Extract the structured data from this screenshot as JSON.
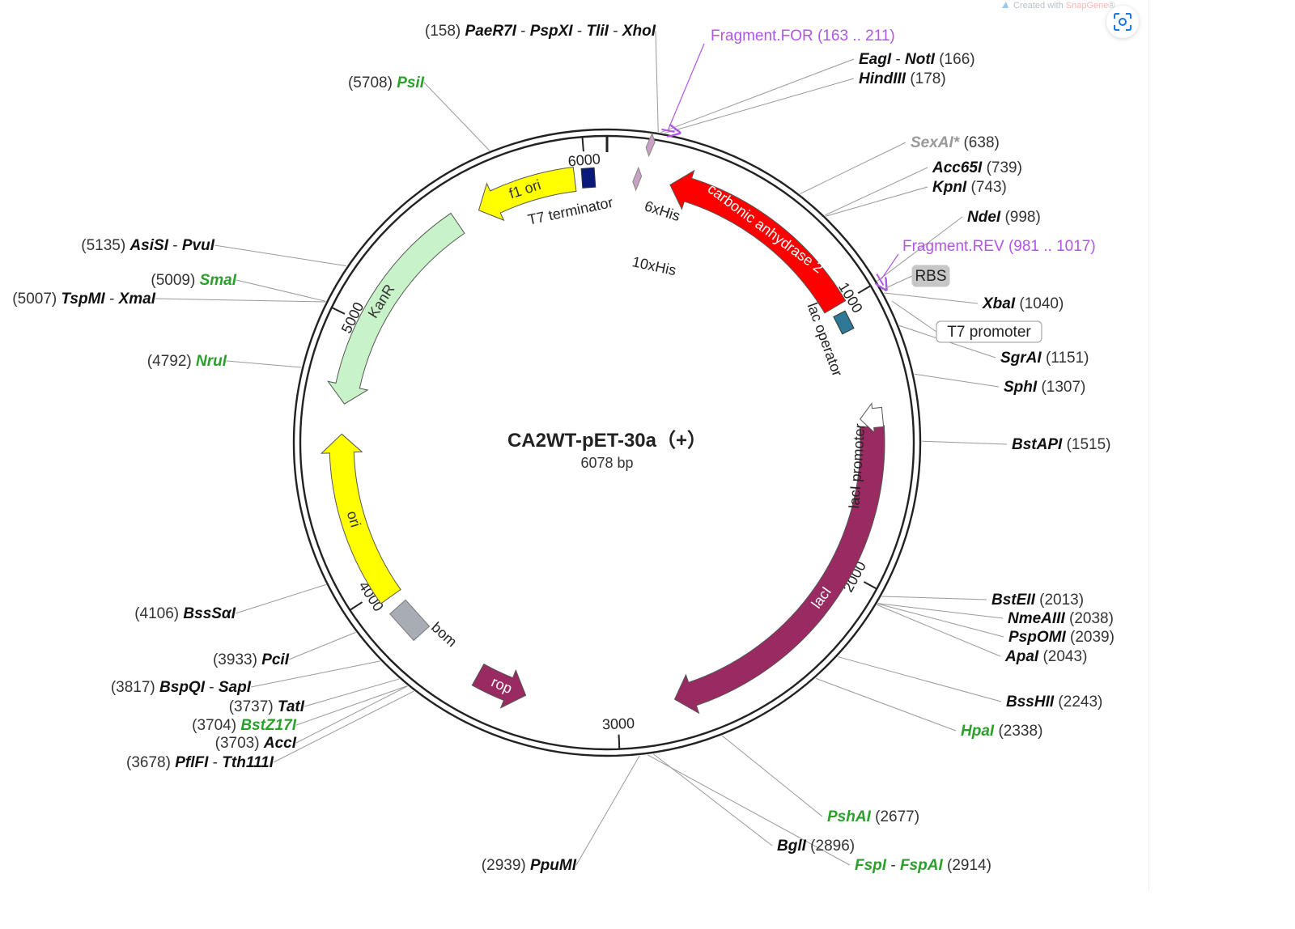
{
  "credit": {
    "prefix": "Created with ",
    "brand": "SnapGene",
    "suffix": "®"
  },
  "plasmid": {
    "name": "CA2WT-pET-30a（+）",
    "size": "6078 bp",
    "length": 6078
  },
  "tick_labels": [
    {
      "bp": 1000,
      "text": "1000"
    },
    {
      "bp": 2000,
      "text": "2000"
    },
    {
      "bp": 3000,
      "text": "3000"
    },
    {
      "bp": 4000,
      "text": "4000"
    },
    {
      "bp": 5000,
      "text": "5000"
    },
    {
      "bp": 6000,
      "text": "6000"
    }
  ],
  "features": [
    {
      "name": "carbonic anhydrase 2",
      "start": 232,
      "end": 1000,
      "strand": "-",
      "color": "#ff0000",
      "text_color": "#ffffff",
      "label_inside": true
    },
    {
      "name": "lacI",
      "start": 1460,
      "end": 2790,
      "strand": "+",
      "color": "#992a62",
      "text_color": "#ffffff",
      "label_inside": true
    },
    {
      "name": "rop",
      "start": 3340,
      "end": 3530,
      "strand": "-",
      "color": "#992a62",
      "text_color": "#ffffff",
      "label_inside": true
    },
    {
      "name": "ori",
      "start": 3960,
      "end": 4590,
      "strand": "+",
      "color": "#ffff00",
      "text_color": "#333333",
      "label_inside": true
    },
    {
      "name": "KanR",
      "start": 4700,
      "end": 5500,
      "strand": "-",
      "color": "#c8f3c8",
      "text_color": "#333333",
      "label_inside": true
    },
    {
      "name": "f1 ori",
      "start": 5590,
      "end": 5960,
      "strand": "-",
      "color": "#ffff00",
      "text_color": "#333333",
      "label_inside": true
    }
  ],
  "small_features": [
    {
      "name": "T7 terminator",
      "bp": 6010,
      "color": "#0a1a7a"
    },
    {
      "name": "6xHis",
      "bp": 110,
      "color": "#c8a0c8"
    },
    {
      "name": "10xHis",
      "bp": 140,
      "color": "#c8a0c8"
    },
    {
      "name": "lac operator",
      "bp": 1065,
      "color": "#2e7a96"
    },
    {
      "name": "lacI promoter",
      "bp": 1430,
      "color": "#ffffff"
    },
    {
      "name": "bom",
      "bp": 3850,
      "color": "#a8adb5"
    }
  ],
  "boxed_features": [
    {
      "name": "RBS",
      "style": "grey"
    },
    {
      "name": "T7 promoter",
      "style": "outline"
    }
  ],
  "fragments": [
    {
      "name": "Fragment.FOR",
      "range": "(163 .. 211)",
      "bp": 187,
      "color": "#b155e8"
    },
    {
      "name": "Fragment.REV",
      "range": "(981 .. 1017)",
      "bp": 999,
      "color": "#b155e8"
    }
  ],
  "enzyme_sites": [
    {
      "pos": "(158)",
      "enzymes": [
        "PaeR7I",
        "PspXI",
        "TliI",
        "XhoI"
      ],
      "bp": 158,
      "color": "#111111"
    },
    {
      "pos": "(166)",
      "enzymes": [
        "EagI",
        "NotI"
      ],
      "bp": 166,
      "color": "#111111"
    },
    {
      "pos": "(178)",
      "enzymes": [
        "HindIII"
      ],
      "bp": 178,
      "color": "#111111"
    },
    {
      "pos": "(5708)",
      "enzymes": [
        "PsiI"
      ],
      "bp": 5708,
      "color": "#2ca02c"
    },
    {
      "pos": "(638)",
      "enzymes": [
        "SexAI*"
      ],
      "bp": 638,
      "color": "#999999"
    },
    {
      "pos": "(739)",
      "enzymes": [
        "Acc65I"
      ],
      "bp": 739,
      "color": "#111111"
    },
    {
      "pos": "(743)",
      "enzymes": [
        "KpnI"
      ],
      "bp": 743,
      "color": "#111111"
    },
    {
      "pos": "(998)",
      "enzymes": [
        "NdeI"
      ],
      "bp": 998,
      "color": "#111111"
    },
    {
      "pos": "(1040)",
      "enzymes": [
        "XbaI"
      ],
      "bp": 1040,
      "color": "#111111"
    },
    {
      "pos": "(1151)",
      "enzymes": [
        "SgrAI"
      ],
      "bp": 1151,
      "color": "#111111"
    },
    {
      "pos": "(1307)",
      "enzymes": [
        "SphI"
      ],
      "bp": 1307,
      "color": "#111111"
    },
    {
      "pos": "(1515)",
      "enzymes": [
        "BstAPI"
      ],
      "bp": 1515,
      "color": "#111111"
    },
    {
      "pos": "(2013)",
      "enzymes": [
        "BstEII"
      ],
      "bp": 2013,
      "color": "#111111"
    },
    {
      "pos": "(2038)",
      "enzymes": [
        "NmeAIII"
      ],
      "bp": 2038,
      "color": "#111111"
    },
    {
      "pos": "(2039)",
      "enzymes": [
        "PspOMI"
      ],
      "bp": 2039,
      "color": "#111111"
    },
    {
      "pos": "(2043)",
      "enzymes": [
        "ApaI"
      ],
      "bp": 2043,
      "color": "#111111"
    },
    {
      "pos": "(2243)",
      "enzymes": [
        "BssHII"
      ],
      "bp": 2243,
      "color": "#111111"
    },
    {
      "pos": "(2338)",
      "enzymes": [
        "HpaI"
      ],
      "bp": 2338,
      "color": "#2ca02c"
    },
    {
      "pos": "(2677)",
      "enzymes": [
        "PshAI"
      ],
      "bp": 2677,
      "color": "#2ca02c"
    },
    {
      "pos": "(2896)",
      "enzymes": [
        "BglI"
      ],
      "bp": 2896,
      "color": "#111111"
    },
    {
      "pos": "(2914)",
      "enzymes": [
        "FspI",
        "FspAI"
      ],
      "bp": 2914,
      "color": "#2ca02c"
    },
    {
      "pos": "(2939)",
      "enzymes": [
        "PpuMI"
      ],
      "bp": 2939,
      "color": "#111111"
    },
    {
      "pos": "(3678)",
      "enzymes": [
        "PflFI",
        "Tth111I"
      ],
      "bp": 3678,
      "color": "#111111"
    },
    {
      "pos": "(3703)",
      "enzymes": [
        "AccI"
      ],
      "bp": 3703,
      "color": "#111111"
    },
    {
      "pos": "(3704)",
      "enzymes": [
        "BstZ17I"
      ],
      "bp": 3704,
      "color": "#2ca02c"
    },
    {
      "pos": "(3737)",
      "enzymes": [
        "TatI"
      ],
      "bp": 3737,
      "color": "#111111"
    },
    {
      "pos": "(3817)",
      "enzymes": [
        "BspQI",
        "SapI"
      ],
      "bp": 3817,
      "color": "#111111"
    },
    {
      "pos": "(3933)",
      "enzymes": [
        "PciI"
      ],
      "bp": 3933,
      "color": "#111111"
    },
    {
      "pos": "(4106)",
      "enzymes": [
        "BssSαI"
      ],
      "bp": 4106,
      "color": "#111111"
    },
    {
      "pos": "(4792)",
      "enzymes": [
        "NruI"
      ],
      "bp": 4792,
      "color": "#2ca02c"
    },
    {
      "pos": "(5007)",
      "enzymes": [
        "TspMI",
        "XmaI"
      ],
      "bp": 5007,
      "color": "#111111"
    },
    {
      "pos": "(5009)",
      "enzymes": [
        "SmaI"
      ],
      "bp": 5009,
      "color": "#2ca02c"
    },
    {
      "pos": "(5135)",
      "enzymes": [
        "AsiSI",
        "PvuI"
      ],
      "bp": 5135,
      "color": "#111111"
    }
  ]
}
